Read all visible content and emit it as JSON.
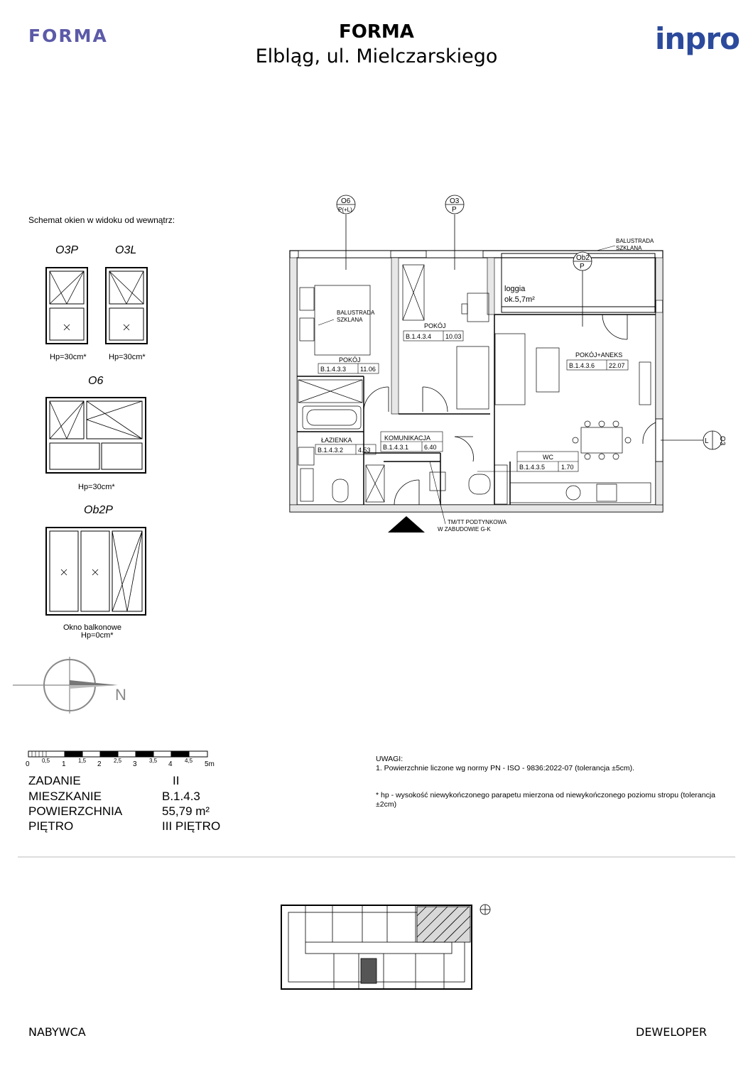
{
  "header": {
    "brand": "FORMA",
    "title": "FORMA",
    "subtitle": "Elbląg, ul. Mielczarskiego",
    "partner_logo": "inpro"
  },
  "window_schema": {
    "title": "Schemat okien w widoku od wewnątrz:",
    "o3p_label": "O3P",
    "o3l_label": "O3L",
    "o3p_hp": "Hp=30cm*",
    "o3l_hp": "Hp=30cm*",
    "o6_label": "O6",
    "o6_hp": "Hp=30cm*",
    "ob2p_label": "Ob2P",
    "ob2p_caption": "Okno  balkonowe",
    "ob2p_hp": "Hp=0cm*"
  },
  "compass": {
    "north_label": "N"
  },
  "scale_bar": {
    "major_labels": [
      "0",
      "1",
      "2",
      "3",
      "4",
      "5m"
    ],
    "minor_labels": [
      "0,5",
      "1,5",
      "2,5",
      "3,5",
      "4,5"
    ]
  },
  "info_table": {
    "zadanie_label": "ZADANIE",
    "zadanie_value": "II",
    "mieszkanie_label": "MIESZKANIE",
    "mieszkanie_value": "B.1.4.3",
    "powierzchnia_label": "POWIERZCHNIA",
    "powierzchnia_value": "55,79 m²",
    "pietro_label": "PIĘTRO",
    "pietro_value": "III PIĘTRO"
  },
  "notes": {
    "heading": "UWAGI:",
    "note1": "1. Powierzchnie liczone wg normy PN - ISO - 9836:2022-07 (tolerancja ±5cm).",
    "note2a": "* hp - wysokość niewykończonego parapetu mierzona od niewykończonego poziomu stropu (tolerancja",
    "note2b": "±2cm)"
  },
  "floor_plan": {
    "window_tags": {
      "o6_top": "O6",
      "o6_bottom": "P(+L)",
      "o3_top": "O3",
      "o3_bottom": "P",
      "ob2_top": "Ob2",
      "ob2_bottom": "P",
      "o3l_top": "O3",
      "o3l_bottom": "L"
    },
    "balustrade_top_1": "BALUSTRADA",
    "balustrade_top_2": "SZKLANA",
    "balustrade_in_1": "BALUSTRADA",
    "balustrade_in_2": "SZKLANA",
    "loggia_name": "loggia",
    "loggia_area": "ok.5,7m²",
    "installation_note_1": "TM/TT PODTYNKOWA",
    "installation_note_2": "W ZABUDOWIE G-K",
    "rooms": [
      {
        "name": "POKÓJ",
        "code": "B.1.4.3.4",
        "area": "10.03"
      },
      {
        "name": "POKÓJ",
        "code": "B.1.4.3.3",
        "area": "11.06"
      },
      {
        "name": "POKÓJ+ANEKS",
        "code": "B.1.4.3.6",
        "area": "22.07"
      },
      {
        "name": "ŁAZIENKA",
        "code": "B.1.4.3.2",
        "area": "4.53"
      },
      {
        "name": "KOMUNIKACJA",
        "code": "B.1.4.3.1",
        "area": "6.40"
      },
      {
        "name": "WC",
        "code": "B.1.4.3.5",
        "area": "1.70"
      }
    ]
  },
  "footer": {
    "buyer": "NABYWCA",
    "developer": "DEWELOPER"
  }
}
